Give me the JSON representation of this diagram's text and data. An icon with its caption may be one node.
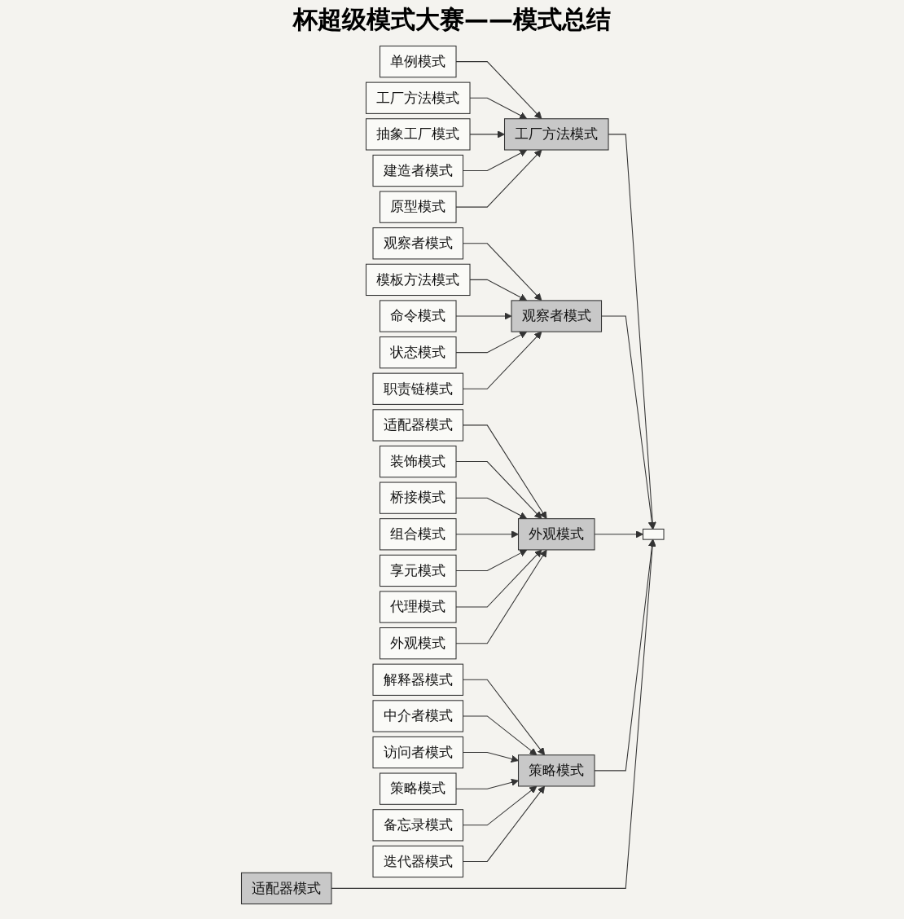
{
  "diagram": {
    "title": "杯超级模式大赛——模式总结",
    "nodes": [
      {
        "text": [
          "单例模式"
        ]
      },
      {
        "text": [
          "工厂方法模式"
        ]
      },
      {
        "text": [
          "抽象工厂模式"
        ]
      },
      {
        "text": [
          "建造者模式"
        ]
      },
      {
        "text": [
          "原型模式"
        ]
      },
      {
        "text": [
          "工厂方法模式"
        ]
      },
      {
        "text": [
          "观察者模式"
        ]
      },
      {
        "text": [
          "观察者模式"
        ]
      },
      {
        "text": [
          "模板方法模式"
        ]
      },
      {
        "text": [
          "命令模式"
        ]
      },
      {
        "text": [
          "状态模式"
        ]
      },
      {
        "text": [
          "职责链模式"
        ]
      },
      {
        "text": [],
        "shape": "box"
      },
      {
        "text": [
          "适配器模式"
        ]
      },
      {
        "text": [
          "装饰模式"
        ]
      },
      {
        "text": [
          "桥接模式"
        ]
      },
      {
        "text": [
          "组合模式"
        ]
      },
      {
        "text": [
          "享元模式"
        ]
      },
      {
        "text": [
          "代理模式"
        ]
      },
      {
        "text": [
          "外观模式"
        ]
      },
      {
        "text": [
          "外观模式"
        ]
      },
      {
        "text": [
          "策略模式"
        ]
      },
      {
        "text": [
          "解释器模式"
        ]
      },
      {
        "text": [
          "中介者模式"
        ]
      },
      {
        "text": [
          "访问者模式"
        ]
      },
      {
        "text": [
          "策略模式"
        ]
      },
      {
        "text": [
          "备忘录模式"
        ]
      },
      {
        "text": [
          "迭代器模式"
        ]
      },
      {
        "text": [
          "适配器模式"
        ]
      }
    ],
    "edges": [
      {
        "from": 0,
        "to": 5,
        "arrow": "to"
      },
      {
        "from": 1,
        "to": 5,
        "arrow": "to"
      },
      {
        "from": 2,
        "to": 5,
        "arrow": "to"
      },
      {
        "from": 3,
        "to": 5,
        "arrow": "to"
      },
      {
        "from": 4,
        "to": 5,
        "arrow": "to"
      },
      {
        "from": 7,
        "to": 6,
        "arrow": "to"
      },
      {
        "from": 8,
        "to": 6,
        "arrow": "to"
      },
      {
        "from": 9,
        "to": 6,
        "arrow": "to"
      },
      {
        "from": 10,
        "to": 6,
        "arrow": "to"
      },
      {
        "from": 11,
        "to": 6,
        "arrow": "to"
      },
      {
        "from": 5,
        "to": 12,
        "arrow": "to"
      },
      {
        "from": 6,
        "to": 12,
        "arrow": "to"
      },
      {
        "from": 13,
        "to": 20,
        "arrow": "to"
      },
      {
        "from": 14,
        "to": 20,
        "arrow": "to"
      },
      {
        "from": 15,
        "to": 20,
        "arrow": "to"
      },
      {
        "from": 16,
        "to": 20,
        "arrow": "to"
      },
      {
        "from": 17,
        "to": 20,
        "arrow": "to"
      },
      {
        "from": 18,
        "to": 20,
        "arrow": "to"
      },
      {
        "from": 19,
        "to": 20,
        "arrow": "to"
      },
      {
        "from": 20,
        "to": 12,
        "arrow": "to"
      },
      {
        "from": 22,
        "to": 21,
        "arrow": "to"
      },
      {
        "from": 23,
        "to": 21,
        "arrow": "to"
      },
      {
        "from": 24,
        "to": 21,
        "arrow": "to"
      },
      {
        "from": 25,
        "to": 21,
        "arrow": "to"
      },
      {
        "from": 26,
        "to": 21,
        "arrow": "to"
      },
      {
        "from": 27,
        "to": 21,
        "arrow": "to"
      },
      {
        "from": 21,
        "to": 12,
        "arrow": "to"
      },
      {
        "from": 28,
        "to": 12,
        "arrow": "to"
      }
    ]
  }
}
